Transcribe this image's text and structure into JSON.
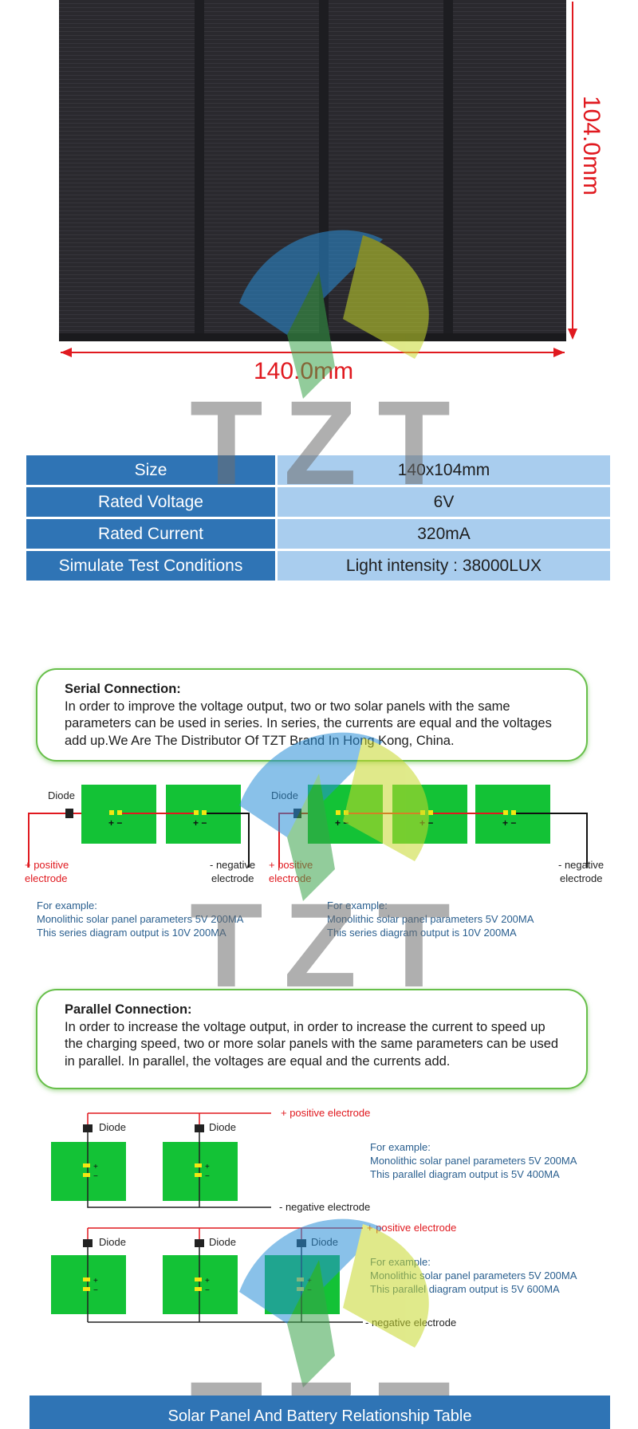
{
  "dimensions": {
    "width": "140.0mm",
    "height": "104.0mm"
  },
  "watermark": {
    "brand": "TZT"
  },
  "specs": [
    {
      "label": "Size",
      "value": "140x104mm"
    },
    {
      "label": "Rated Voltage",
      "value": "6V"
    },
    {
      "label": "Rated Current",
      "value": "320mA"
    },
    {
      "label": "Simulate Test Conditions",
      "value": "Light intensity : 38000LUX"
    }
  ],
  "serial": {
    "title": "Serial Connection:",
    "text": "In order to improve the voltage output, two or two solar panels with the same parameters can be used in series. In series, the currents are equal and the voltages add up.We Are The Distributor Of TZT Brand In Hong Kong, China.",
    "diode_label": "Diode",
    "positive_label_1": "+ positive",
    "positive_label_2": "electrode",
    "negative_label_1": "- negative",
    "negative_label_2": "electrode",
    "example_left": {
      "line1": "For example:",
      "line2": "Monolithic solar panel parameters 5V 200MA",
      "line3": "This series diagram output is 10V 200MA"
    },
    "example_right": {
      "line1": "For example:",
      "line2": "Monolithic solar panel parameters 5V 200MA",
      "line3": "This series diagram output is 10V 200MA"
    }
  },
  "parallel": {
    "title": "Parallel Connection:",
    "text": "In order to increase the voltage output, in order to increase the current to speed up the charging speed, two or more solar panels with the same parameters can be used in parallel. In parallel, the voltages are equal and the currents add.",
    "diode_label": "Diode",
    "positive_label": "+ positive electrode",
    "negative_label": "- negative electrode",
    "example_top": {
      "line1": "For example:",
      "line2": "Monolithic solar panel parameters 5V 200MA",
      "line3": "This parallel diagram output is 5V 400MA"
    },
    "example_bottom": {
      "line1": "For example:",
      "line2": "Monolithic solar panel parameters 5V 200MA",
      "line3": "This parallel diagram output is 5V 600MA"
    }
  },
  "footer": {
    "title": "Solar Panel And Battery Relationship Table"
  },
  "colors": {
    "accent_blue": "#2f74b5",
    "light_blue": "#a9cdee",
    "panel_green": "#13c236",
    "frame_green": "#67bf4a",
    "wire_red": "#e0191f",
    "note_blue": "#2a5f8f"
  }
}
